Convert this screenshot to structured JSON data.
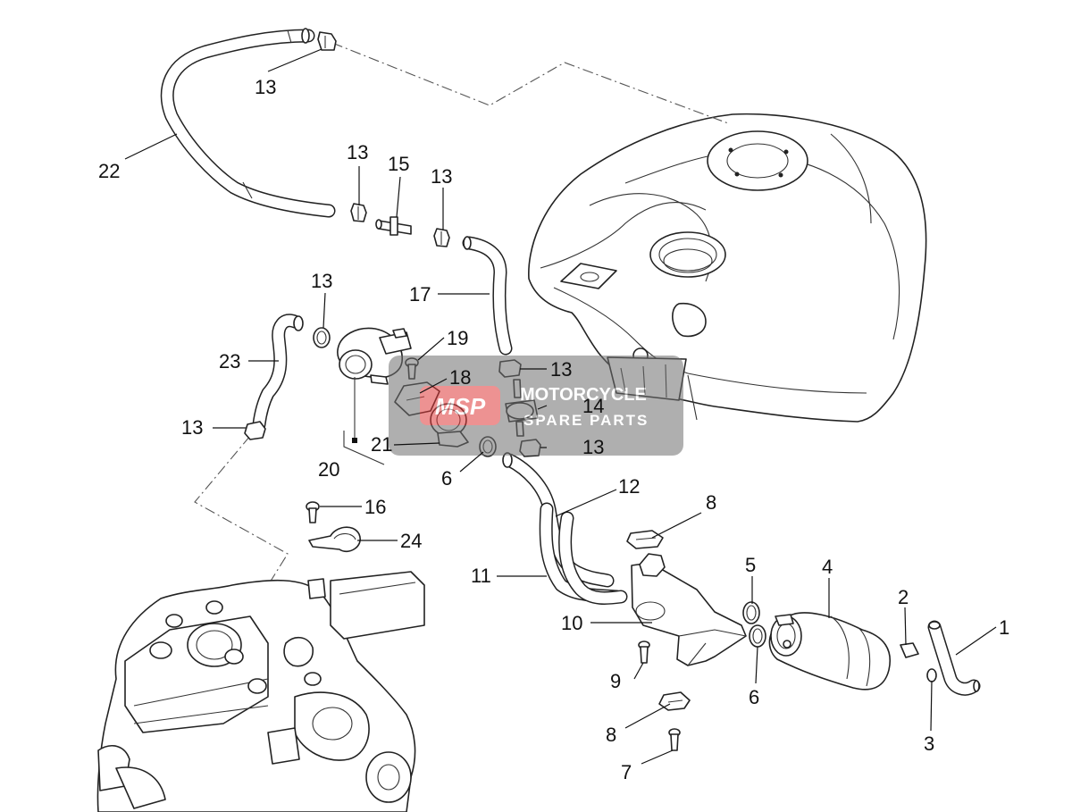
{
  "callouts": [
    {
      "n": "1"
    },
    {
      "n": "2"
    },
    {
      "n": "3"
    },
    {
      "n": "4"
    },
    {
      "n": "5"
    },
    {
      "n": "6"
    },
    {
      "n": "6"
    },
    {
      "n": "7"
    },
    {
      "n": "8"
    },
    {
      "n": "8"
    },
    {
      "n": "9"
    },
    {
      "n": "10"
    },
    {
      "n": "11"
    },
    {
      "n": "12"
    },
    {
      "n": "13"
    },
    {
      "n": "13"
    },
    {
      "n": "13"
    },
    {
      "n": "13"
    },
    {
      "n": "13"
    },
    {
      "n": "13"
    },
    {
      "n": "13"
    },
    {
      "n": "14"
    },
    {
      "n": "15"
    },
    {
      "n": "16"
    },
    {
      "n": "17"
    },
    {
      "n": "18"
    },
    {
      "n": "19"
    },
    {
      "n": "20"
    },
    {
      "n": "21"
    },
    {
      "n": "22"
    },
    {
      "n": "23"
    },
    {
      "n": "24"
    }
  ],
  "watermark": {
    "logo": "MSP",
    "line1": "MOTORCYCLE",
    "line2": "SPARE PARTS",
    "color": "#e03a3a"
  }
}
